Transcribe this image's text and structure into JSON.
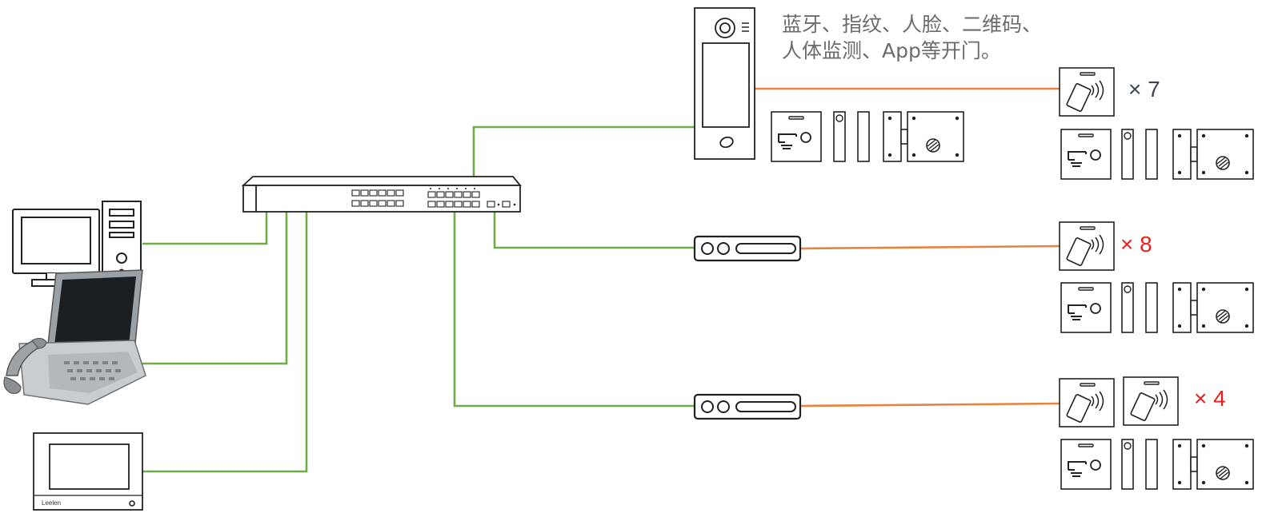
{
  "caption": {
    "line1": "蓝牙、指纹、人脸、二维码、",
    "line2": "人体监测、App等开门。"
  },
  "multipliers": [
    {
      "text": "× 7",
      "color": "#3c4550"
    },
    {
      "text": "× 8",
      "color": "#e8201c"
    },
    {
      "text": "× 4",
      "color": "#e8201c"
    }
  ],
  "monitor_brand": "Leelen",
  "colors": {
    "network_line": "#6fac48",
    "bus_line": "#e8823f",
    "outline": "#222222"
  },
  "icons": [
    "desktop-computer-icon",
    "management-console-icon",
    "indoor-monitor-icon",
    "network-switch-icon",
    "door-station-icon",
    "access-controller-icon",
    "card-reader-icon",
    "exit-button-icon",
    "door-sensor-icon",
    "electric-lock-icon"
  ]
}
